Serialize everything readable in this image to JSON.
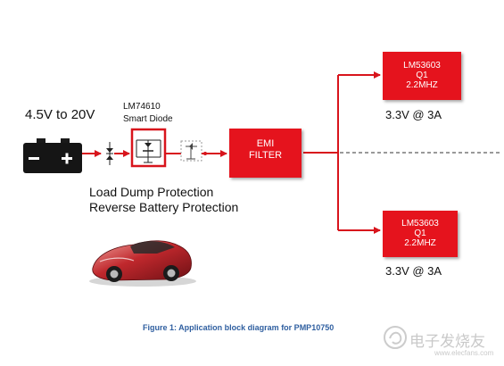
{
  "input_voltage": "4.5V to 20V",
  "smart_diode": {
    "part": "LM74610",
    "name": "Smart Diode"
  },
  "protection": {
    "line1": "Load Dump Protection",
    "line2": "Reverse Battery Protection"
  },
  "emi_filter": {
    "line1": "EMI",
    "line2": "FILTER"
  },
  "regulators": [
    {
      "part": "LM53603",
      "id": "Q1",
      "freq": "2.2MHZ",
      "output": "3.3V @ 3A"
    },
    {
      "part": "LM53603",
      "id": "Q1",
      "freq": "2.2MHZ",
      "output": "3.3V @ 3A"
    }
  ],
  "caption": "Figure 1: Application block diagram for PMP10750",
  "watermark": {
    "text": "电子发烧友",
    "url": "www.elecfans.com"
  },
  "colors": {
    "block_red": "#e5131d",
    "wire_red": "#d8141c",
    "caption_blue": "#2f5fa0"
  }
}
